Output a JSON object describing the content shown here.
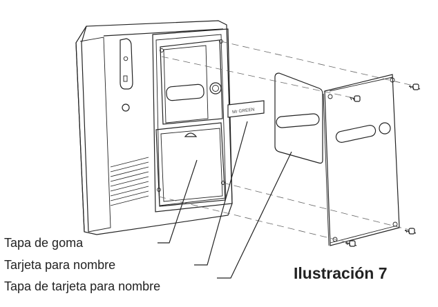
{
  "labels": {
    "rubber_cover": "Tapa de goma",
    "name_card": "Tarjeta para nombre",
    "name_card_cover": "Tapa de tarjeta para nombre"
  },
  "name_tag_text": "Mr GREEN",
  "caption": "Ilustración 7"
}
